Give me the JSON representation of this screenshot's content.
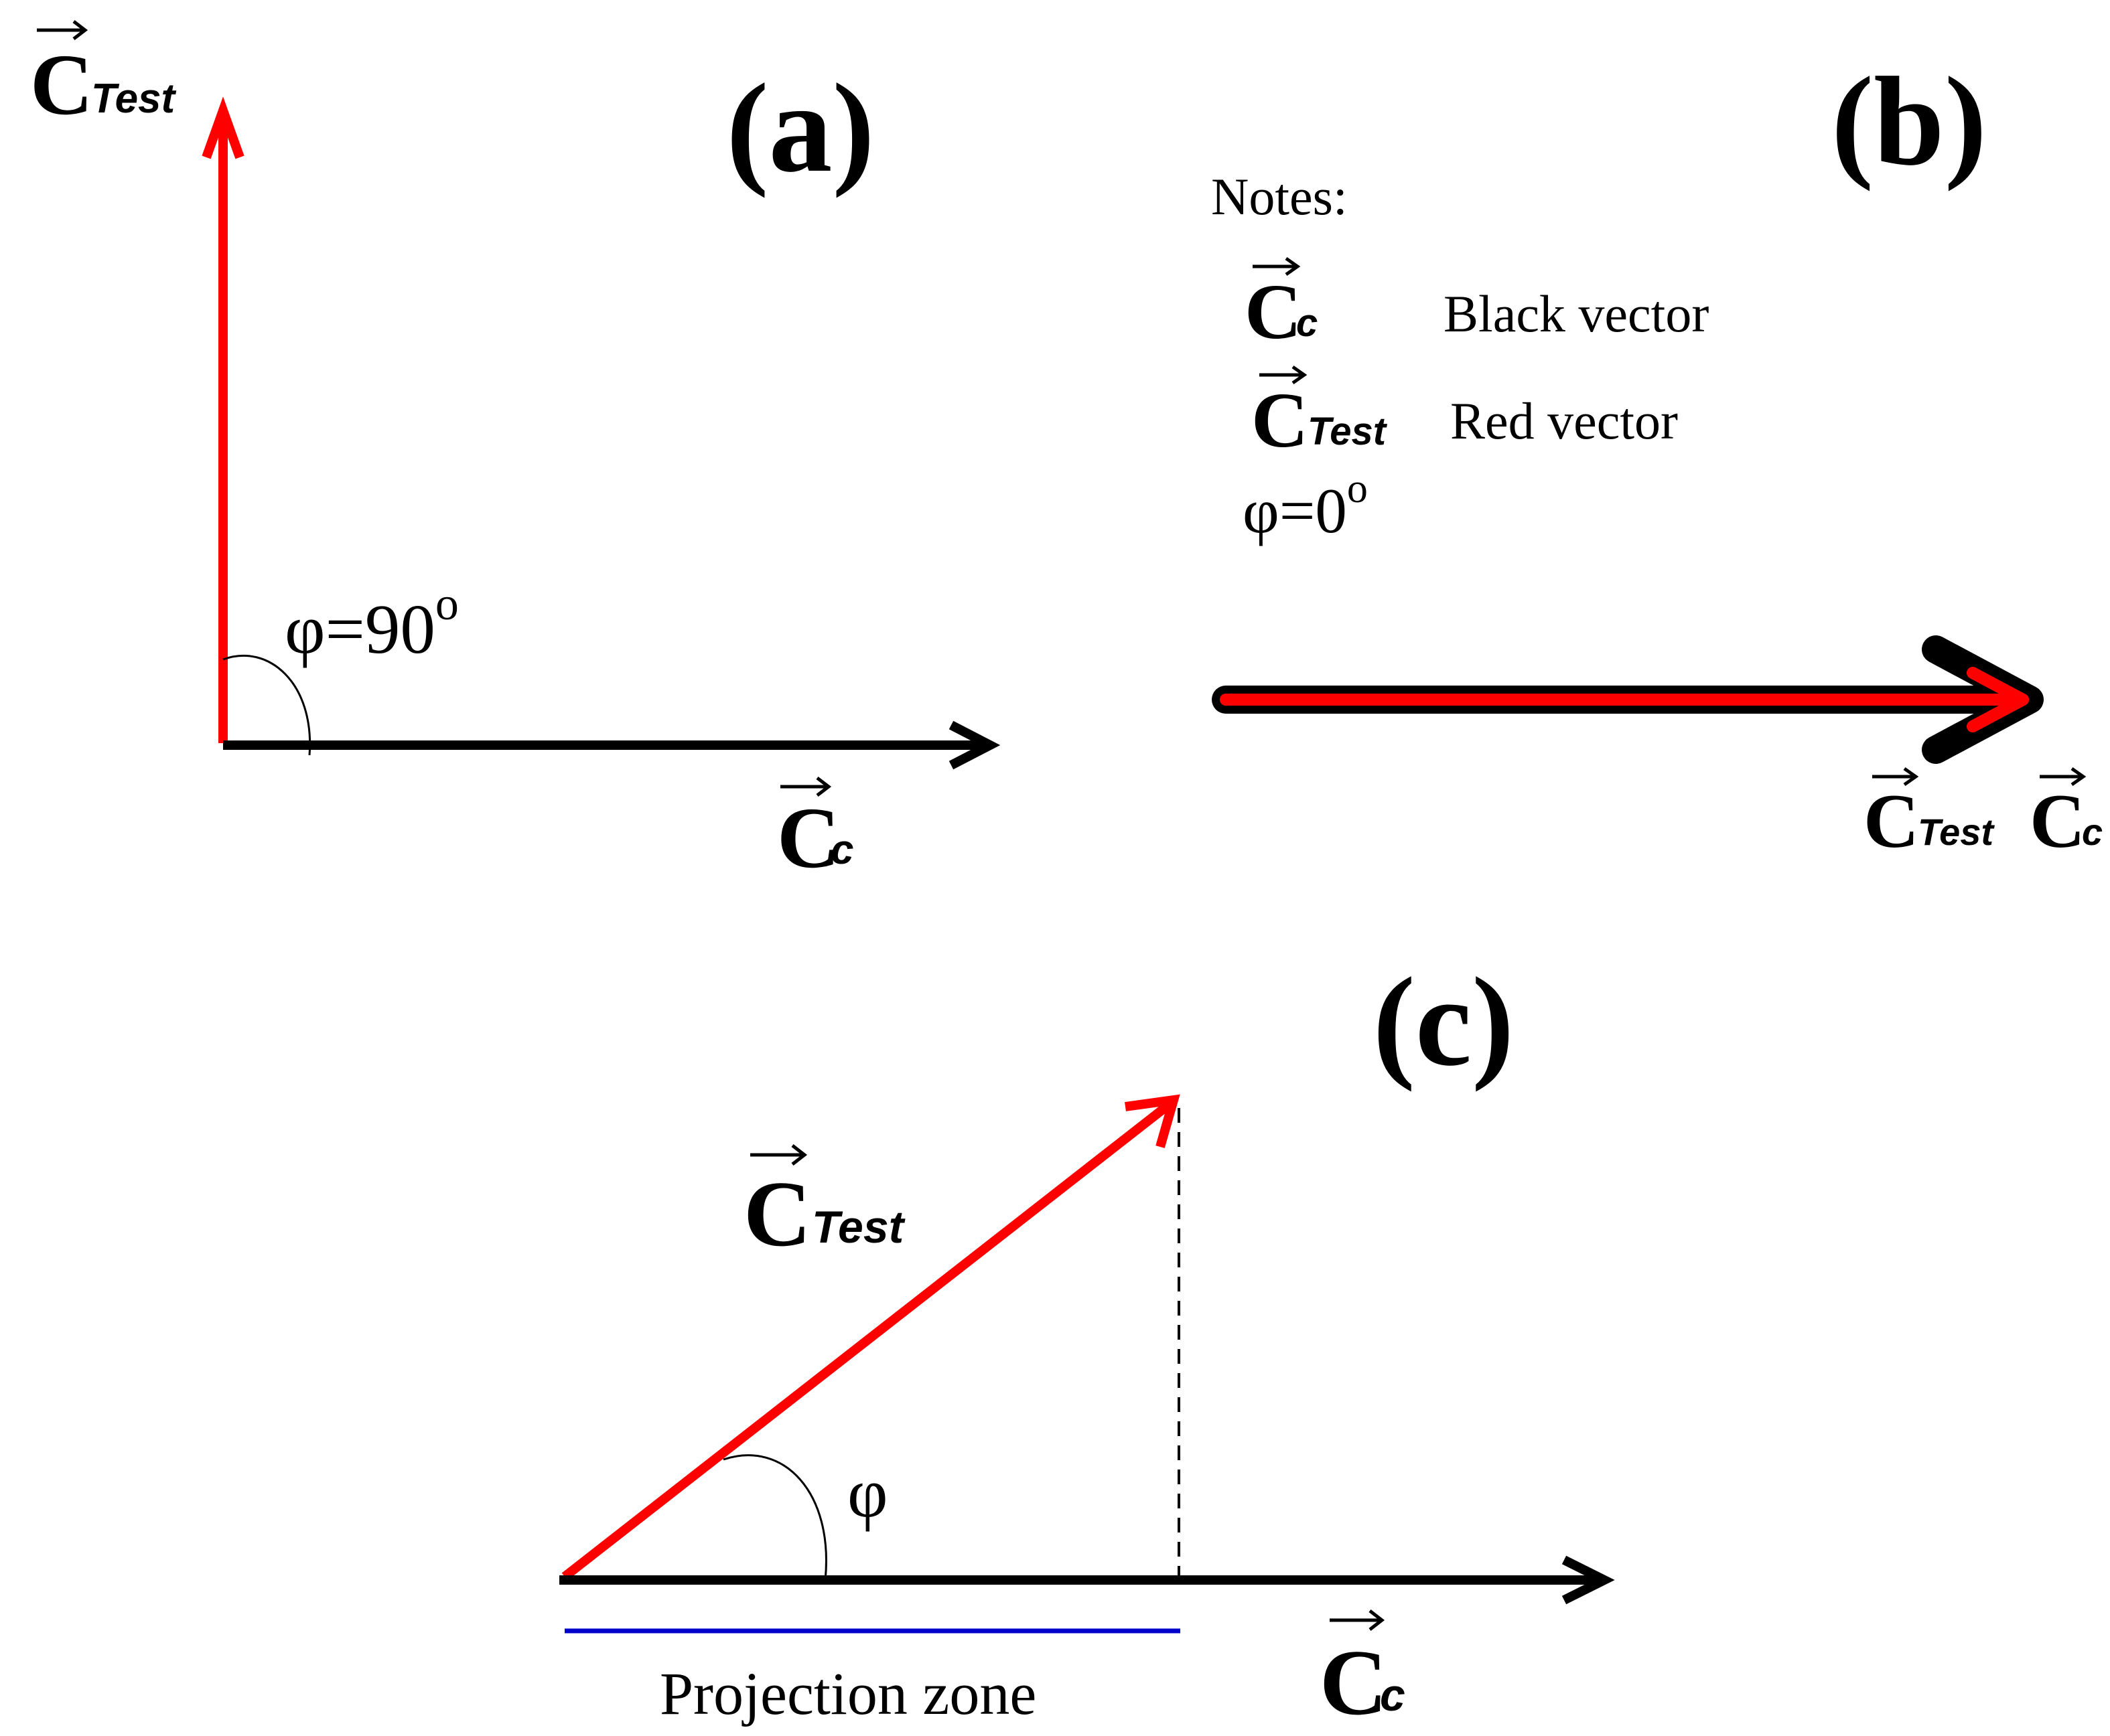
{
  "panels": {
    "a": {
      "label": "(a)",
      "angle_label": "φ=90",
      "angle_sup": "o"
    },
    "b": {
      "label": "(b)"
    },
    "c": {
      "label": "(c)",
      "angle_label": "φ",
      "projection_label": "Projection zone"
    }
  },
  "notes": {
    "title": "Notes:",
    "black_vector_desc": "Black vector",
    "red_vector_desc": "Red vector",
    "angle_label": "φ=0",
    "angle_sup": "o"
  },
  "vectors": {
    "c_main": "C",
    "c_sub": "c",
    "test_main": "C",
    "test_sub": "Test"
  },
  "colors": {
    "red_vector": "#ff0000",
    "black_vector": "#000000",
    "projection_line": "#0000cc",
    "text": "#000000",
    "background": "#ffffff"
  }
}
